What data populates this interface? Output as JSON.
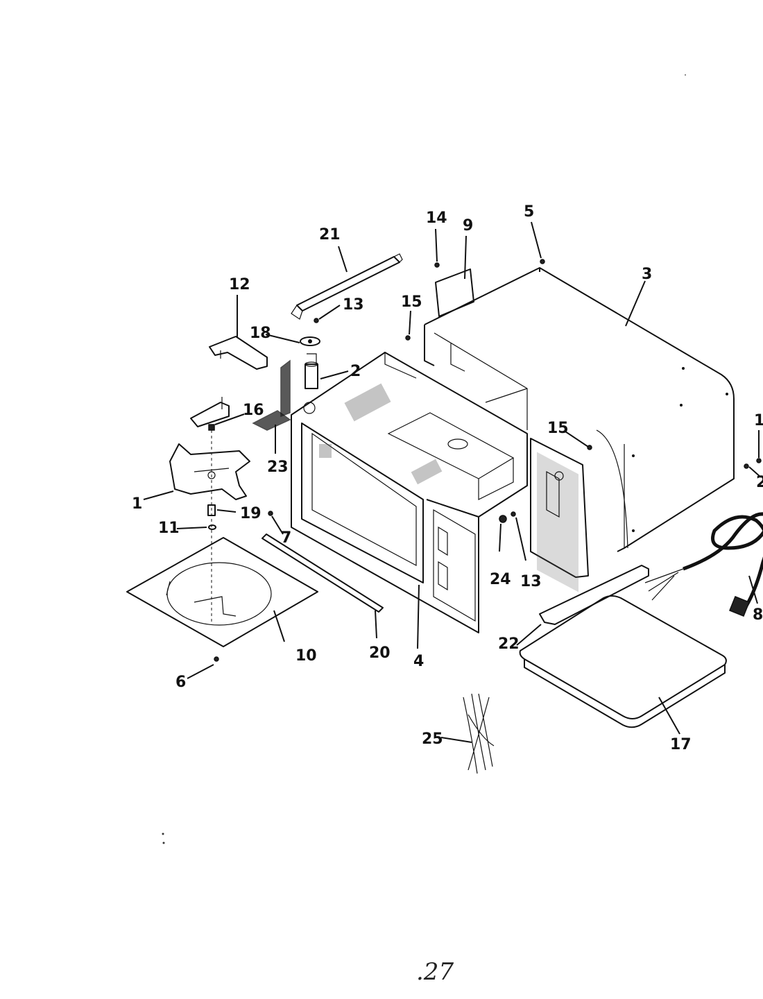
{
  "callouts": {
    "c1_left": "1",
    "c1_right": "1",
    "c2_center": "2",
    "c2_right": "2",
    "c3": "3",
    "c4": "4",
    "c5": "5",
    "c6": "6",
    "c7": "7",
    "c8": "8",
    "c9": "9",
    "c10": "10",
    "c11": "11",
    "c12": "12",
    "c13_top": "13",
    "c13_bottom": "13",
    "c14": "14",
    "c15_left": "15",
    "c15_right": "15",
    "c16": "16",
    "c17": "17",
    "c18": "18",
    "c19": "19",
    "c20": "20",
    "c21": "21",
    "c22": "22",
    "c23": "23",
    "c24": "24",
    "c25": "25"
  },
  "footer": {
    "page_mark": ".27"
  }
}
